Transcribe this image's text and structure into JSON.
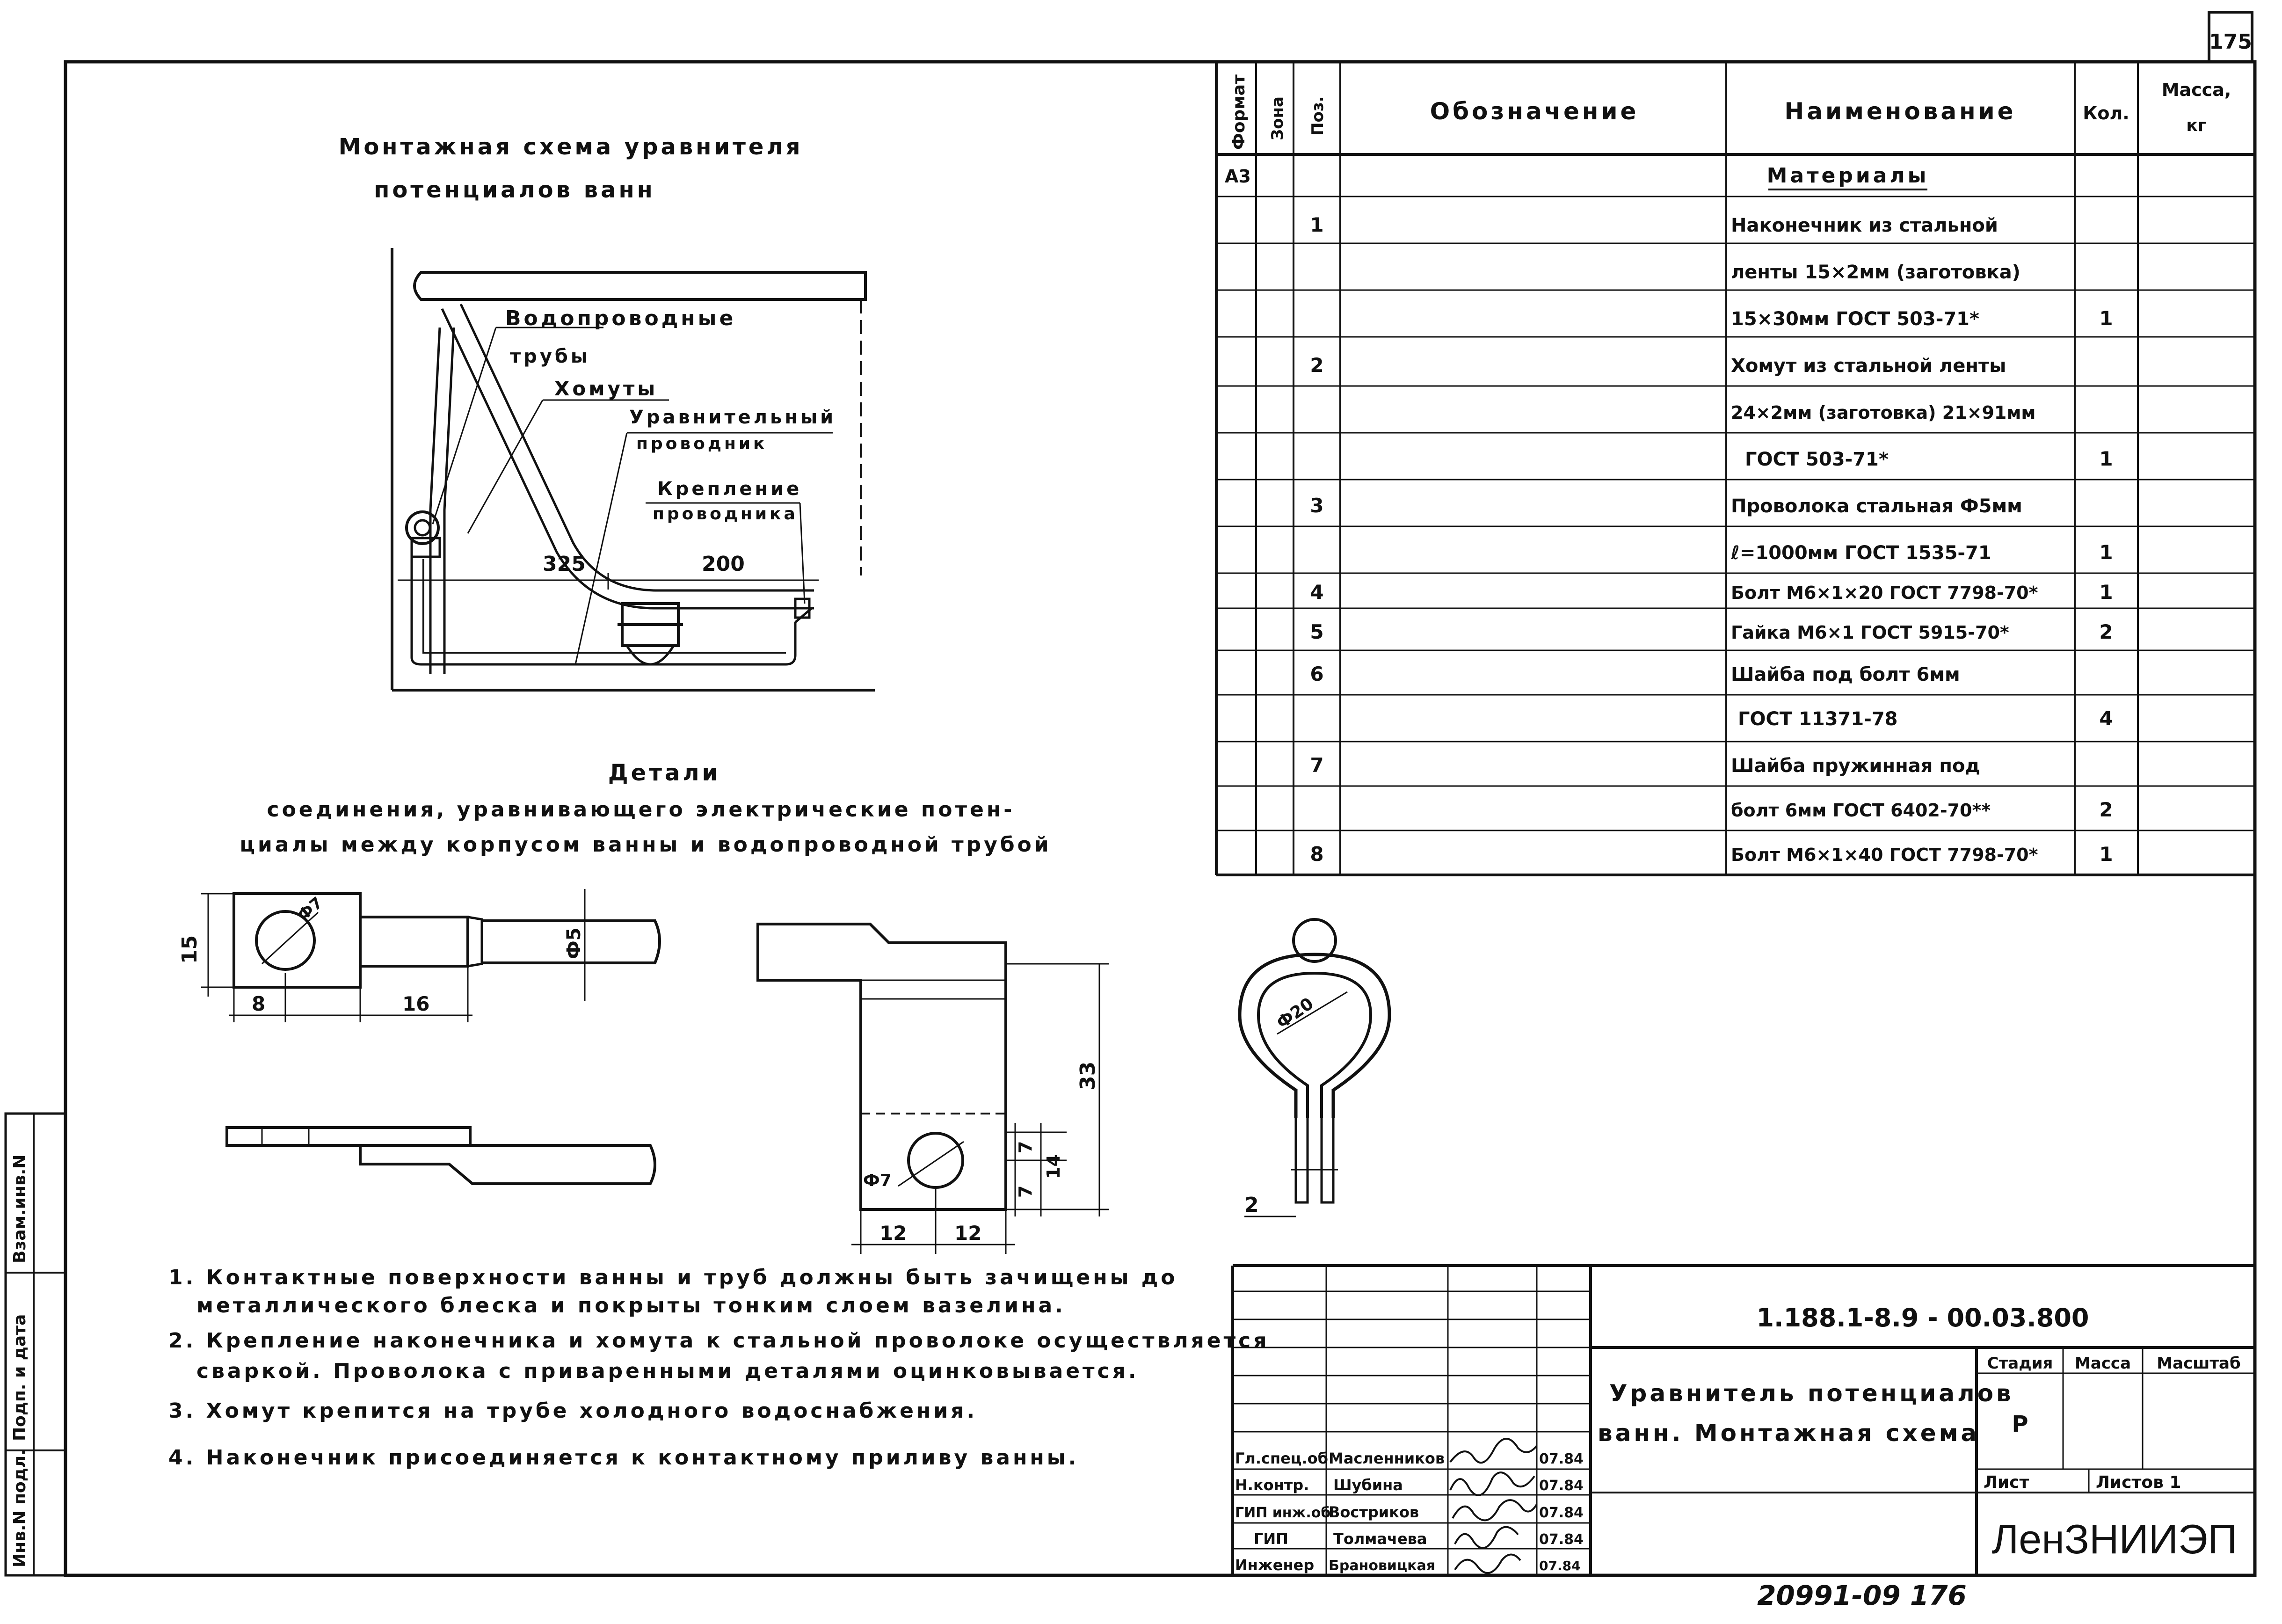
{
  "sheet": {
    "sheet_mark": "175",
    "bottom_number": "20991-09 176"
  },
  "side_stamp": {
    "cells": [
      "Инв.N подл.",
      "Подп. и дата",
      "Взам.инв.N"
    ]
  },
  "scheme": {
    "title_line1": "Монтажная схема уравнителя",
    "title_line2": "потенциалов ванн",
    "labels": {
      "pipes_1": "Водопроводные",
      "pipes_2": "трубы",
      "clamps": "Хомуты",
      "conductor_1": "Уравнительный",
      "conductor_2": "проводник",
      "fixing_1": "Крепление",
      "fixing_2": "проводника",
      "dim_325": "325",
      "dim_200": "200"
    }
  },
  "details": {
    "title_line1": "Детали",
    "title_line2": "соединения, уравнивающего электрические потен-",
    "title_line3": "циалы между корпусом ванны и водопроводной трубой",
    "dims": {
      "d15": "15",
      "phi7_a": "Ф7",
      "phi5": "Ф5",
      "d8": "8",
      "d16": "16",
      "d33": "33",
      "d7a": "7",
      "d7b": "7",
      "d14": "14",
      "phi7_b": "Ф7",
      "d12a": "12",
      "d12b": "12",
      "phi20": "Ф20",
      "d2": "2"
    }
  },
  "notes": [
    "1. Контактные поверхности ванны и труб должны быть зачищены до",
    "металлического блеска и покрыты тонким слоем вазелина.",
    "2. Крепление наконечника и хомута к стальной проволоке осуществляется",
    "сваркой. Проволока с приваренными деталями оцинковывается.",
    "3. Хомут крепится на трубе холодного водоснабжения.",
    "4. Наконечник присоединяется к контактному приливу ванны."
  ],
  "spec": {
    "headers": {
      "format": "Формат",
      "zone": "Зона",
      "pos": "Поз.",
      "designation": "Обозначение",
      "name": "Наименование",
      "qty": "Кол.",
      "mass_1": "Масса,",
      "mass_2": "кг"
    },
    "format_value": "А3",
    "section": "Материалы",
    "rows": [
      {
        "pos": "1",
        "name": "Наконечник из стальной",
        "qty": ""
      },
      {
        "pos": "",
        "name": "ленты 15×2мм (заготовка)",
        "qty": ""
      },
      {
        "pos": "",
        "name": "15×30мм ГОСТ 503-71*",
        "qty": "1"
      },
      {
        "pos": "2",
        "name": "Хомут из стальной ленты",
        "qty": ""
      },
      {
        "pos": "",
        "name": "24×2мм (заготовка) 21×91мм",
        "qty": ""
      },
      {
        "pos": "",
        "name": "ГОСТ 503-71*",
        "qty": "1"
      },
      {
        "pos": "3",
        "name": "Проволока стальная Ф5мм",
        "qty": ""
      },
      {
        "pos": "",
        "name": "ℓ=1000мм ГОСТ 1535-71",
        "qty": "1"
      },
      {
        "pos": "4",
        "name": "Болт М6×1×20 ГОСТ 7798-70*",
        "qty": "1"
      },
      {
        "pos": "5",
        "name": "Гайка М6×1 ГОСТ 5915-70*",
        "qty": "2"
      },
      {
        "pos": "6",
        "name": "Шайба под болт 6мм",
        "qty": ""
      },
      {
        "pos": "",
        "name": "ГОСТ 11371-78",
        "qty": "4"
      },
      {
        "pos": "7",
        "name": "Шайба пружинная под",
        "qty": ""
      },
      {
        "pos": "",
        "name": "болт 6мм ГОСТ 6402-70**",
        "qty": "2"
      },
      {
        "pos": "8",
        "name": "Болт М6×1×40 ГОСТ 7798-70*",
        "qty": "1"
      }
    ]
  },
  "title_block": {
    "doc_code": "1.188.1-8.9 - 00.03.800",
    "title_1": "Уравнитель потенциалов",
    "title_2": "ванн. Монтажная схема",
    "stage_label": "Стадия",
    "mass_label": "Масса",
    "scale_label": "Масштаб",
    "stage_value": "Р",
    "sheet_label": "Лист",
    "sheets_label": "Листов 1",
    "org": "ЛенЗНИИЭП",
    "signatures": [
      {
        "role": "Гл.спец.об",
        "name": "Масленников",
        "date": "07.84"
      },
      {
        "role": "Н.контр.",
        "name": "Шубина",
        "date": "07.84"
      },
      {
        "role": "ГИП инж.об",
        "name": "Востриков",
        "date": "07.84"
      },
      {
        "role": "ГИП",
        "name": "Толмачева",
        "date": "07.84"
      },
      {
        "role": "Инженер",
        "name": "Брановицкая",
        "date": "07.84"
      }
    ]
  }
}
